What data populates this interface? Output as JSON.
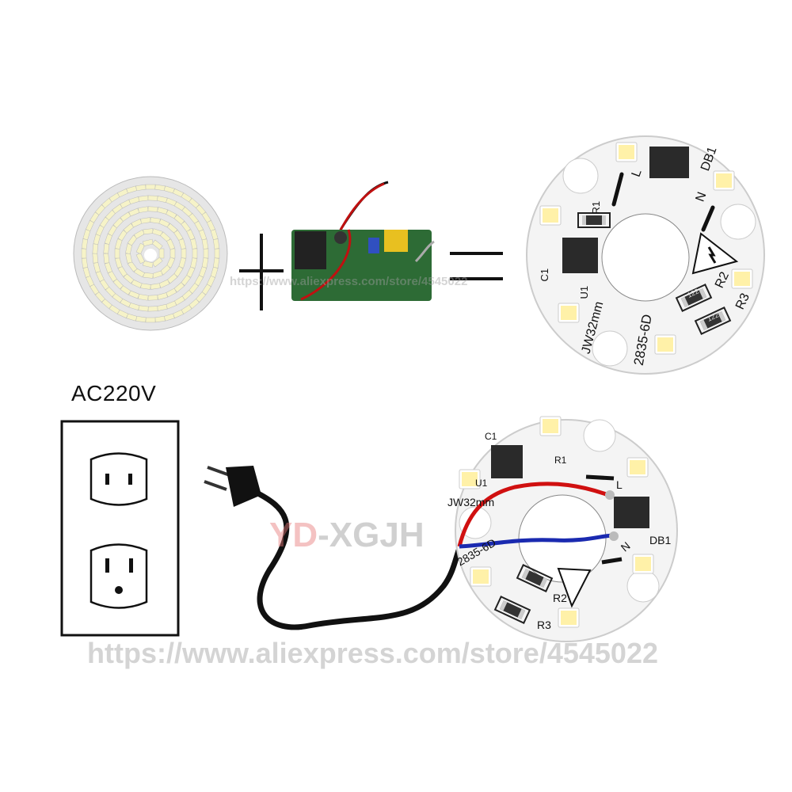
{
  "supply_label": "AC220V",
  "watermark": {
    "brand_prefix": "YD",
    "brand_suffix": "-XGJH",
    "url": "https://www.aliexpress.com/store/4545022"
  },
  "pcb_labels": {
    "size": "JW32mm",
    "model": "2835-6D",
    "bridge": "DB1",
    "live": "L",
    "neutral": "N",
    "r1": "R1",
    "r2": "R2",
    "r3": "R3",
    "c1": "C1",
    "u1": "U1",
    "resistor_code": "122"
  },
  "colors": {
    "pcb": "#f4f4f4",
    "led": "#fff3b0",
    "chip": "#2a2a2a",
    "wire_live": "#d01010",
    "wire_neutral": "#1a2ab0",
    "cable": "#111111",
    "driver_board": "#2d6b35"
  }
}
